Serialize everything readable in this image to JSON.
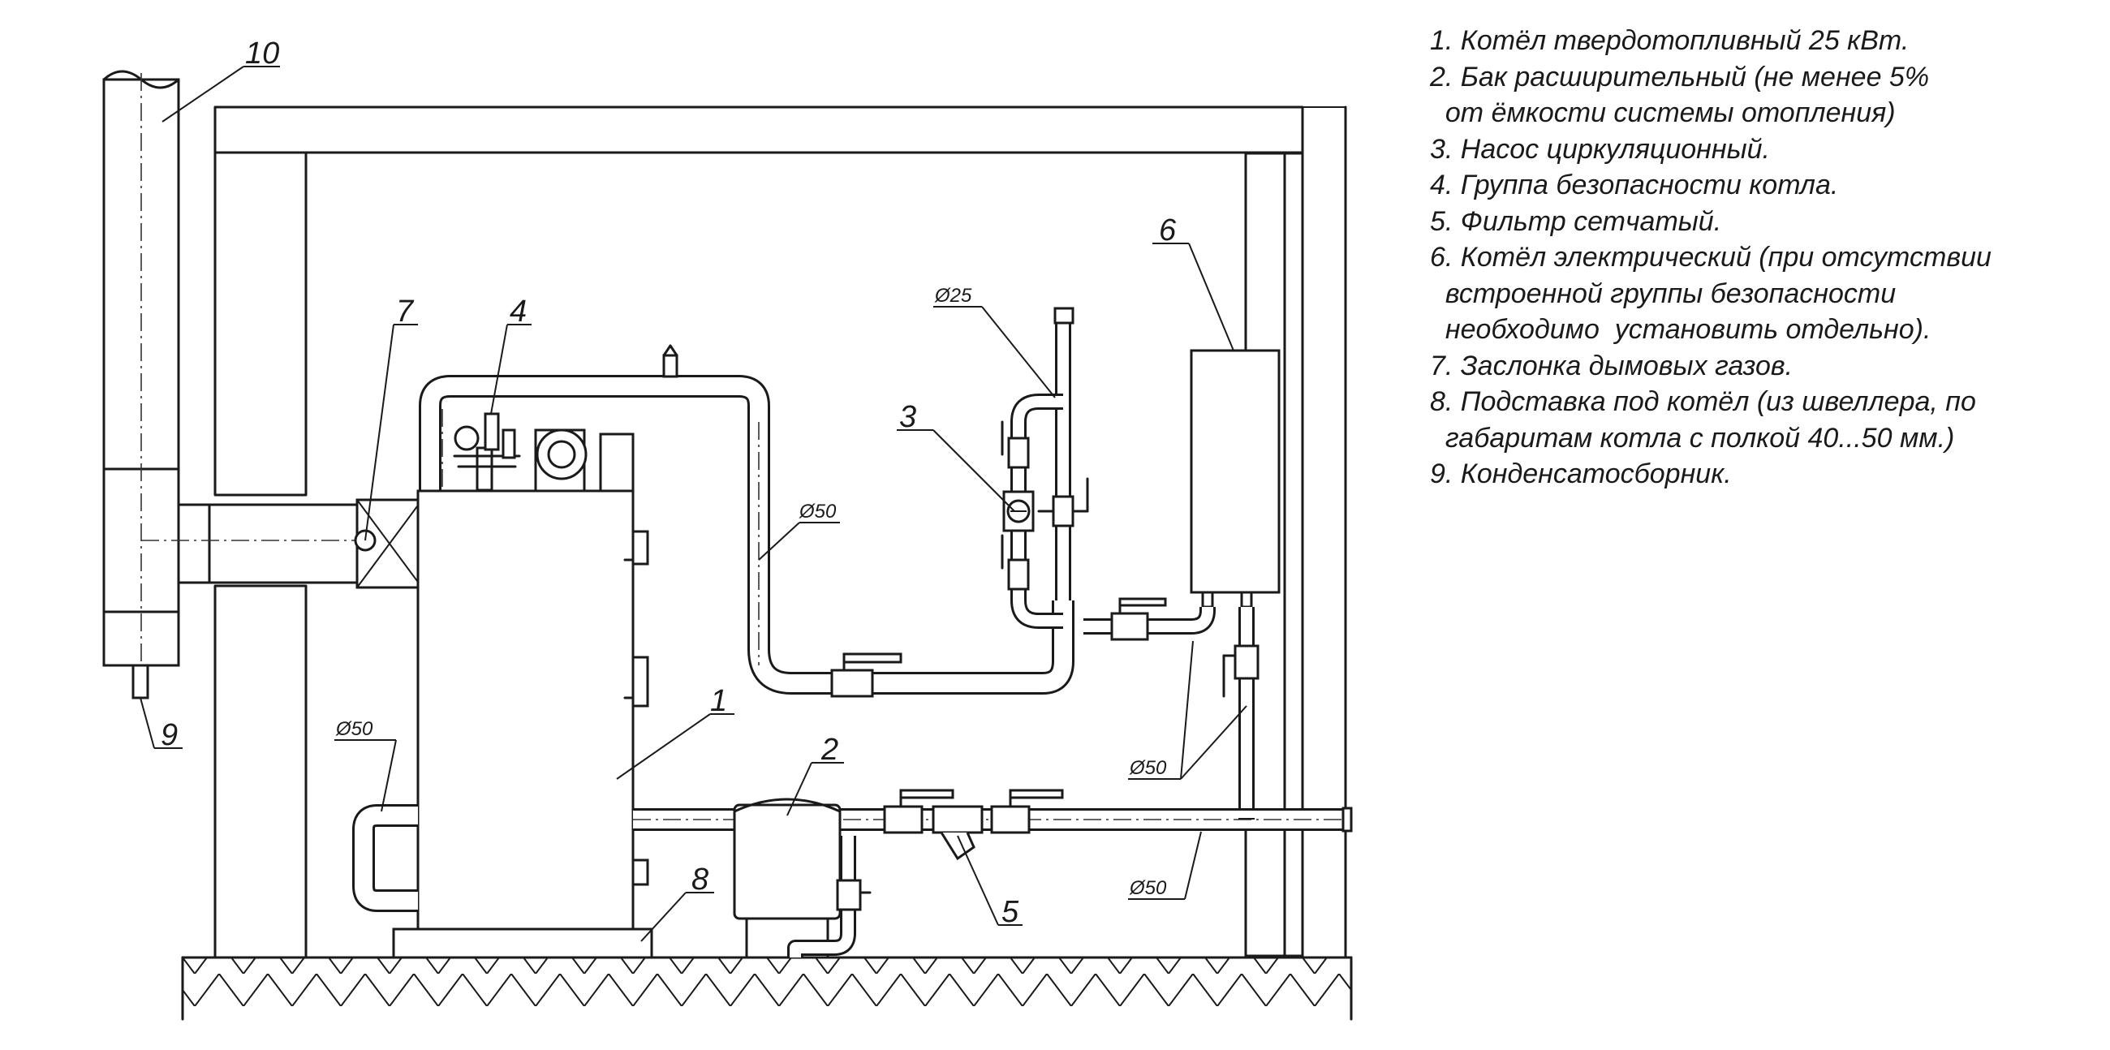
{
  "callouts": {
    "c1": "1",
    "c2": "2",
    "c3": "3",
    "c4": "4",
    "c5": "5",
    "c6": "6",
    "c7": "7",
    "c8": "8",
    "c9": "9",
    "c10": "10"
  },
  "diameters": {
    "d25": "Ø25",
    "d50_supply": "Ø50",
    "d50_left": "Ø50",
    "d50_right": "Ø50",
    "d50_return": "Ø50"
  },
  "legend": [
    "1. Котёл твердотопливный 25 кВт.",
    "2. Бак расширительный (не менее 5%",
    "  от ёмкости системы отопления)",
    "3. Насос циркуляционный.",
    "4. Группа безопасности котла.",
    "5. Фильтр сетчатый.",
    "6. Котёл электрический (при отсутствии",
    "  встроенной группы безопасности",
    "  необходимо  установить отдельно).",
    "7. Заслонка дымовых газов.",
    "8. Подставка под котёл (из швеллера, по",
    "  габаритам котла с полкой 40...50 мм.)",
    "9. Конденсатосборник."
  ]
}
